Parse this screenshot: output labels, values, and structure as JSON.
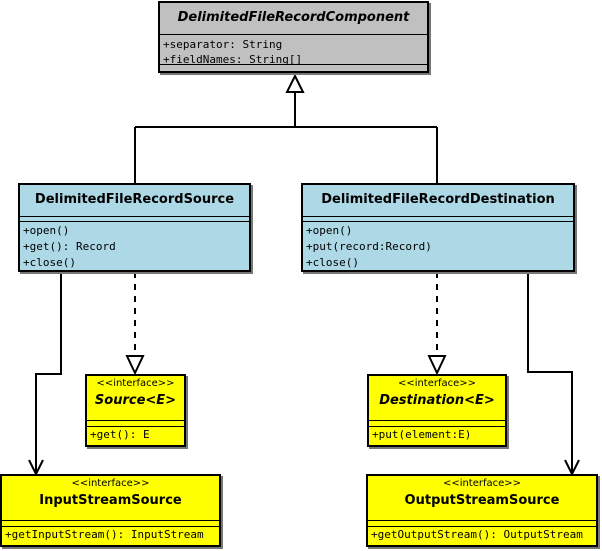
{
  "colors": {
    "abstract_bg": "#c0c0c0",
    "class_bg": "#add8e6",
    "interface_bg": "#ffff00",
    "line": "#000000"
  },
  "classes": {
    "component": {
      "name": "DelimitedFileRecordComponent",
      "attributes": [
        "+separator: String",
        "+fieldNames: String[]"
      ]
    },
    "source": {
      "name": "DelimitedFileRecordSource",
      "methods": [
        "+open()",
        "+get(): Record",
        "+close()"
      ]
    },
    "destination": {
      "name": "DelimitedFileRecordDestination",
      "methods": [
        "+open()",
        "+put(record:Record)",
        "+close()"
      ]
    },
    "source_iface": {
      "stereotype": "<<interface>>",
      "name": "Source<E>",
      "methods": [
        "+get(): E"
      ]
    },
    "destination_iface": {
      "stereotype": "<<interface>>",
      "name": "Destination<E>",
      "methods": [
        "+put(element:E)"
      ]
    },
    "input_stream_source": {
      "stereotype": "<<interface>>",
      "name": "InputStreamSource",
      "methods": [
        "+getInputStream(): InputStream"
      ]
    },
    "output_stream_source": {
      "stereotype": "<<interface>>",
      "name": "OutputStreamSource",
      "methods": [
        "+getOutputStream(): OutputStream"
      ]
    }
  }
}
